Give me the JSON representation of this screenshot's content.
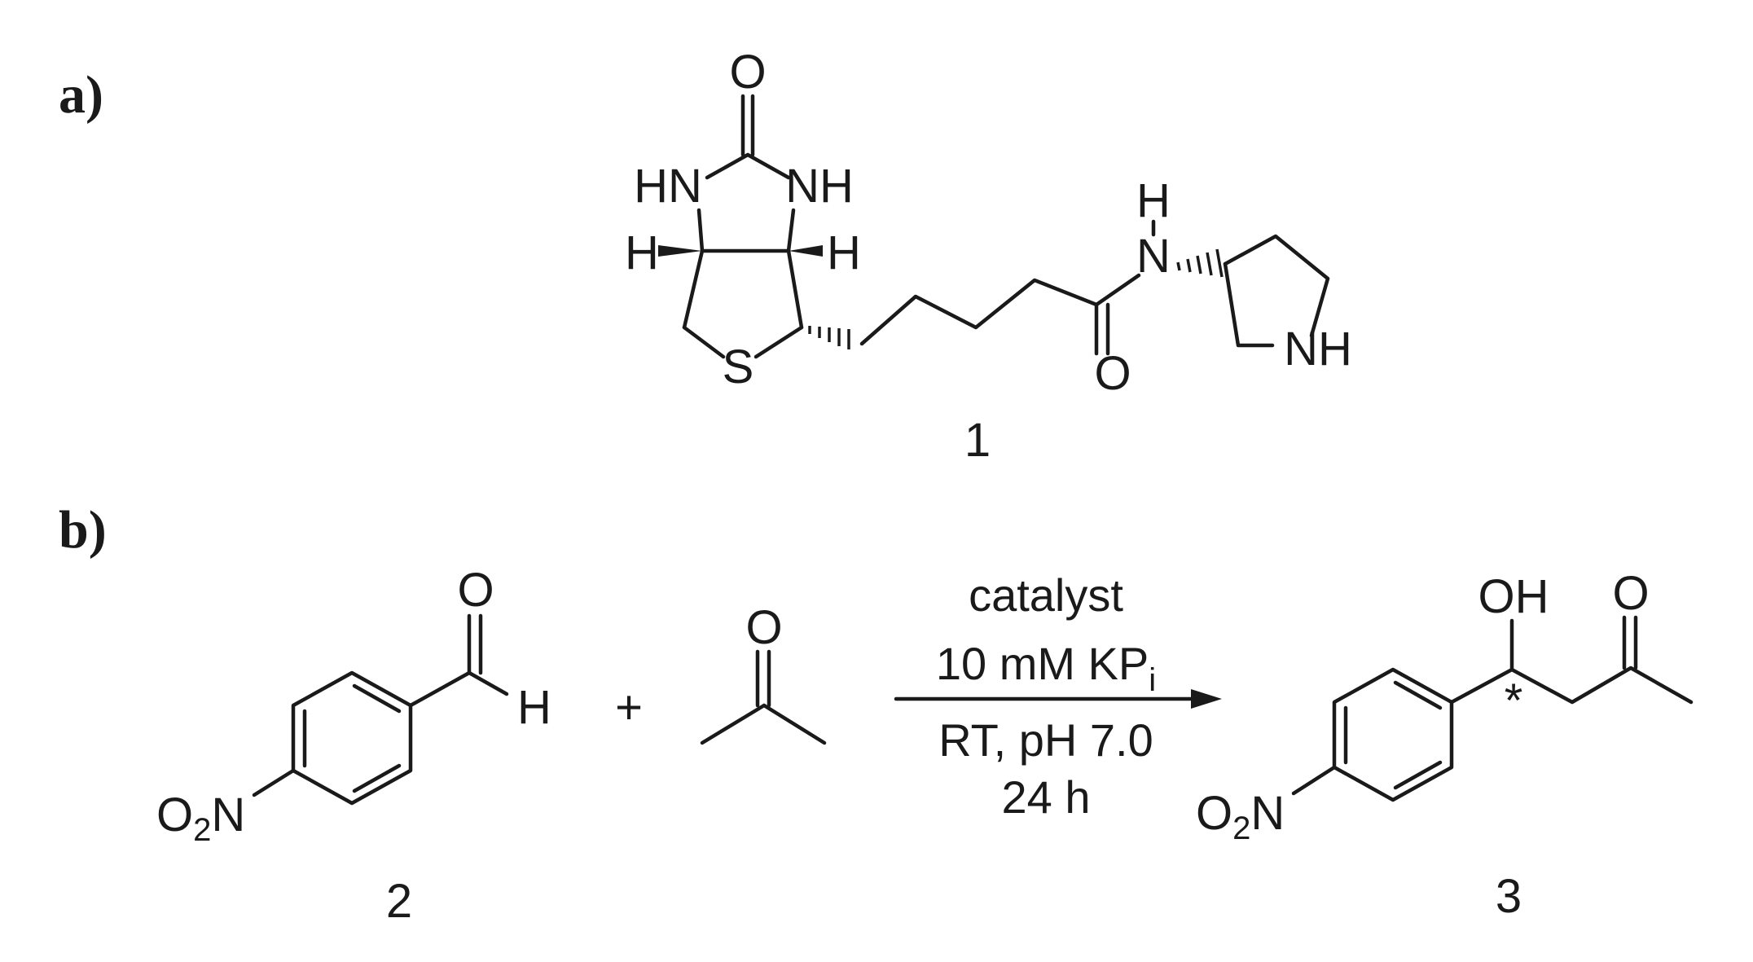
{
  "panels": {
    "a": {
      "label": "a)",
      "compound_number": "1"
    },
    "b": {
      "label": "b)",
      "reactant_1_number": "2",
      "plus": "+",
      "product_number": "3",
      "conditions": {
        "line1": "catalyst",
        "line2_main": "10 mM KP",
        "line2_sub": "i",
        "line3": "RT,  pH 7.0",
        "line4": "24 h"
      },
      "stereocenter_mark": "*"
    }
  },
  "atoms": {
    "O": "O",
    "HN": "HN",
    "NH": "NH",
    "H": "H",
    "N": "N",
    "S": "S",
    "OH": "OH",
    "O2N_O": "O",
    "O2N_sub": "2",
    "O2N_N": "N"
  },
  "colors": {
    "ink": "#1a1a1a",
    "background": "#ffffff"
  }
}
